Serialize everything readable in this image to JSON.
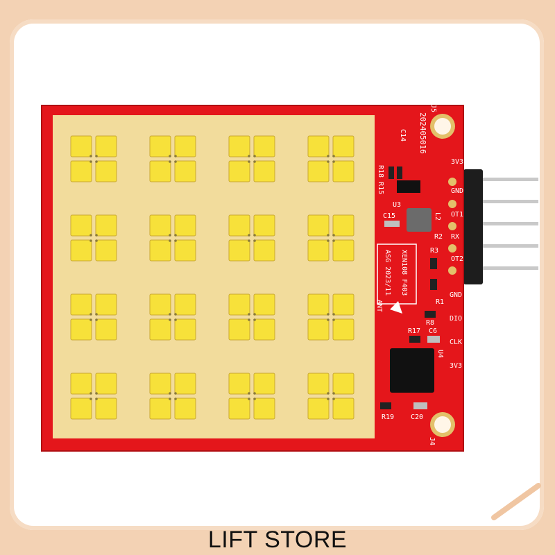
{
  "footer": {
    "store_name": "LIFT STORE"
  },
  "board": {
    "date_code": "202405016",
    "model": "XEN108 F403",
    "revision": "ASG 2023/11",
    "antenna_label": "ANT",
    "components": {
      "c14": "C14",
      "r18r15": "R18 R15",
      "u3": "U3",
      "c15": "C15",
      "l2": "L2",
      "r2": "R2",
      "r3": "R3",
      "r1": "R1",
      "r8": "R8",
      "r17": "R17",
      "c6": "C6",
      "u4": "U4",
      "r19": "R19",
      "c20": "C20",
      "j5": "J5",
      "j4": "J4"
    },
    "pins_top": [
      "3V3",
      "GND",
      "OT1",
      "RX",
      "OT2"
    ],
    "pins_bottom": [
      "GND",
      "DIO",
      "CLK",
      "3V3"
    ]
  },
  "colors": {
    "pcb": "#e4161b",
    "antenna_substrate": "#f2dc9c",
    "patch": "#f7e13a",
    "header": "#1d1d1d",
    "pin": "#c9c9c9"
  }
}
